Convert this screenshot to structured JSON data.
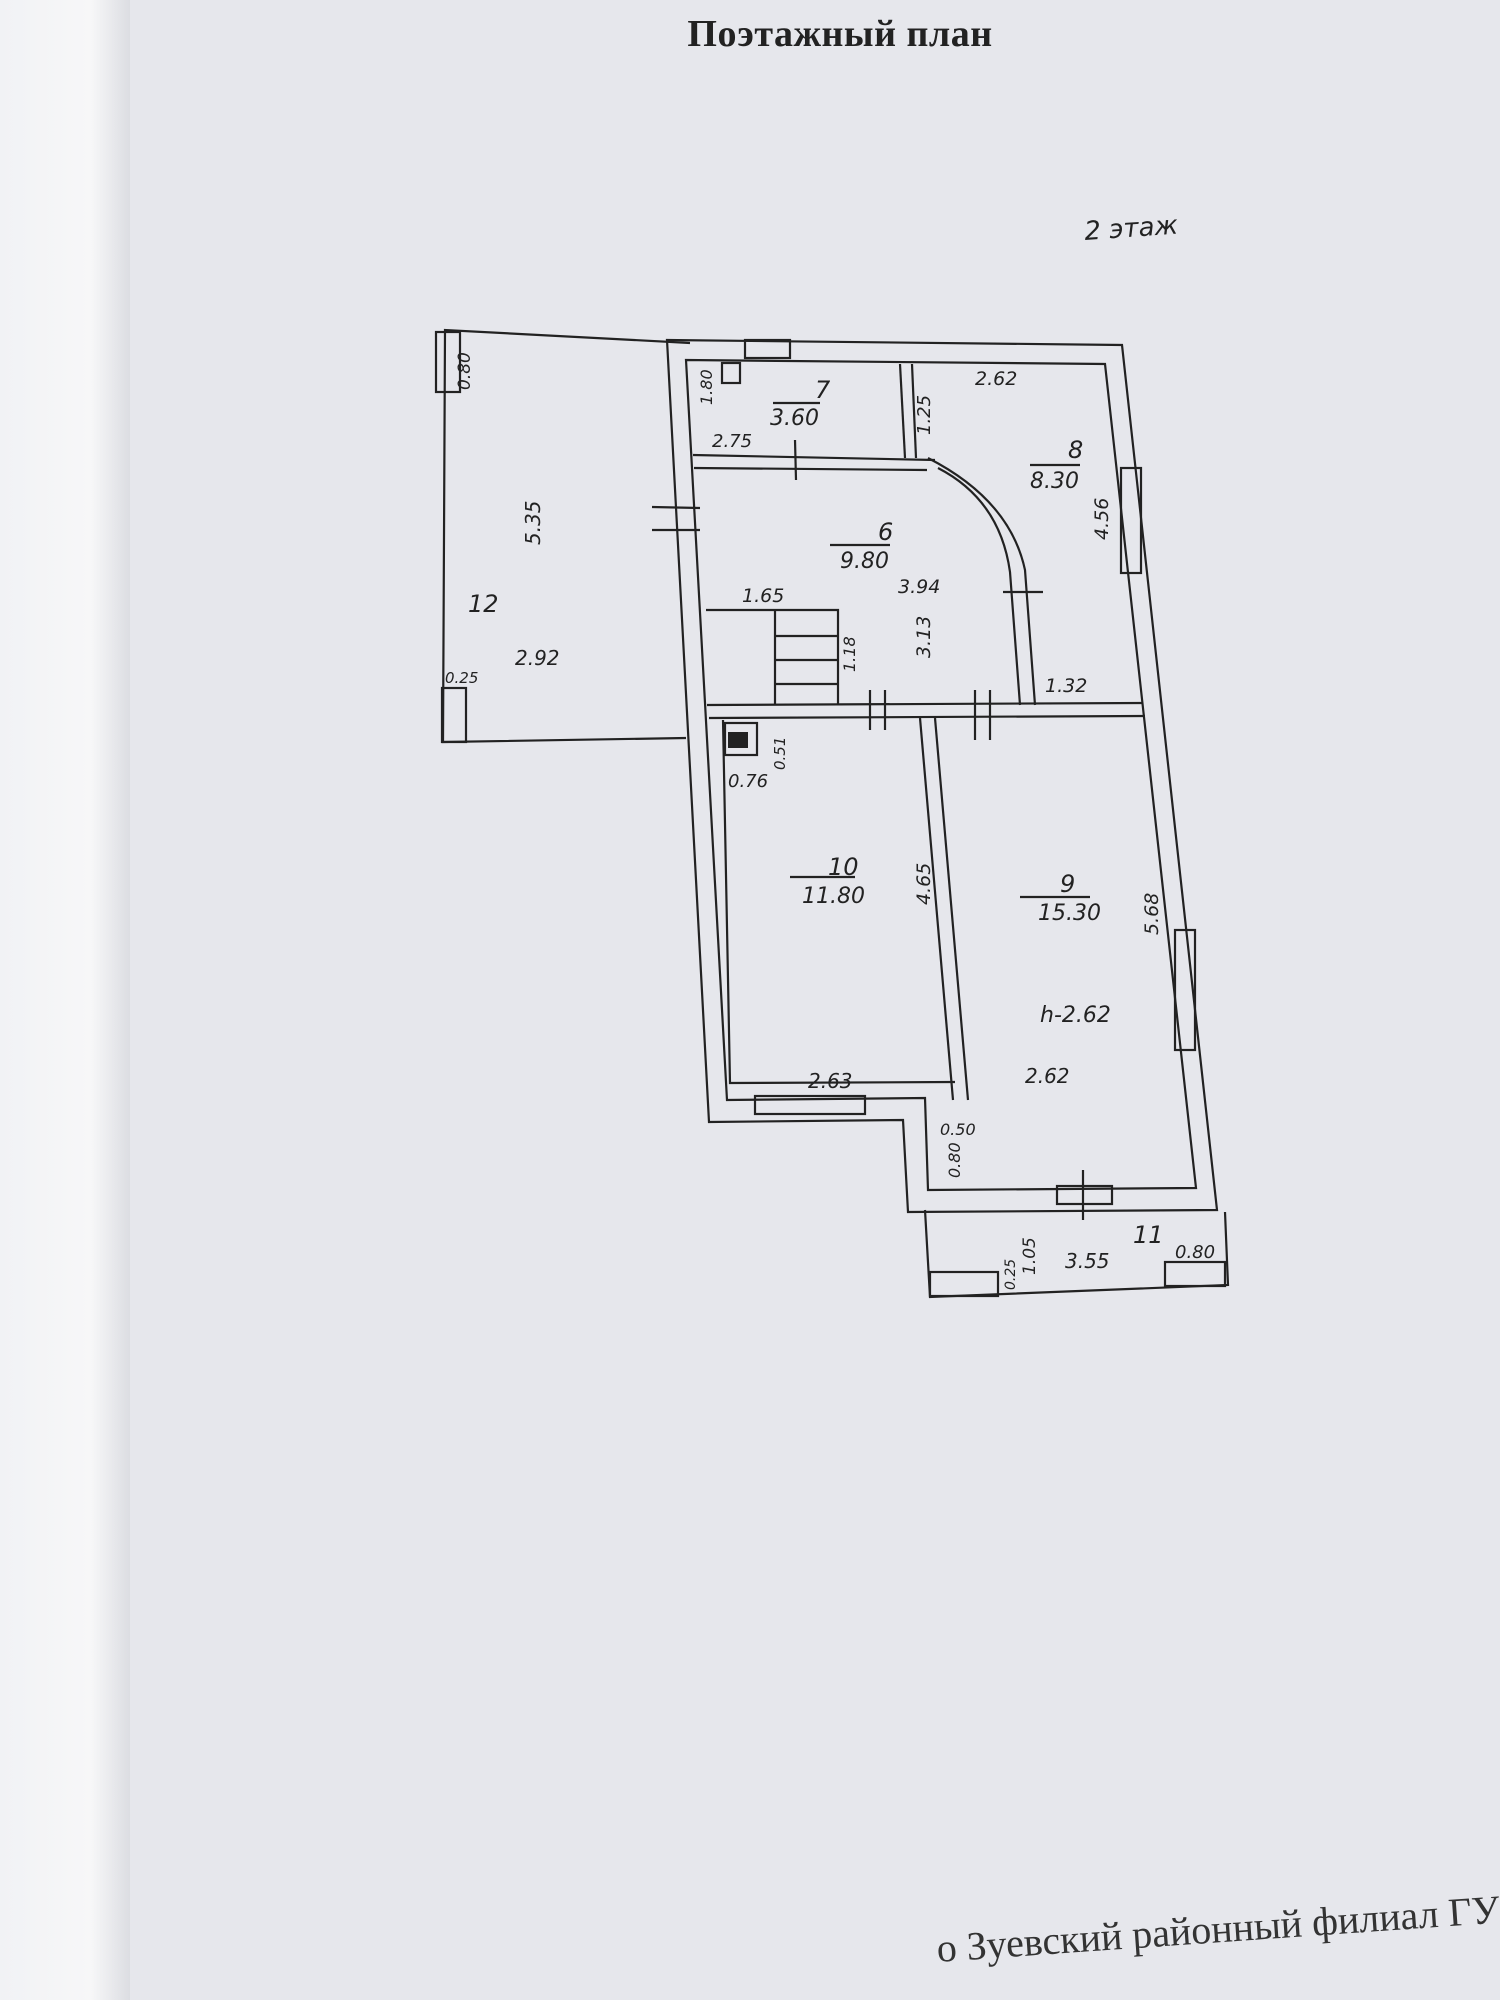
{
  "document": {
    "title": "Поэтажный план",
    "floor_label": "2 этаж",
    "footer_text": "о Зуевский районный филиал ГУ"
  },
  "rooms": [
    {
      "id": "room-7",
      "number": "7",
      "area": "3.60"
    },
    {
      "id": "room-8",
      "number": "8",
      "area": "8.30"
    },
    {
      "id": "room-6",
      "number": "6",
      "area": "9.80"
    },
    {
      "id": "room-10",
      "number": "10",
      "area": "11.80"
    },
    {
      "id": "room-9",
      "number": "9",
      "area": "15.30",
      "height": "h-2.62"
    },
    {
      "id": "room-12",
      "number": "12"
    },
    {
      "id": "room-11",
      "number": "11"
    }
  ],
  "dimensions": [
    "0.80",
    "5.35",
    "2.92",
    "0.25",
    "1.80",
    "2.75",
    "2.62",
    "1.25",
    "4.56",
    "3.94",
    "1.65",
    "1.18",
    "3.13",
    "1.32",
    "0.76",
    "0.51",
    "4.65",
    "5.68",
    "2.63",
    "2.62",
    "0.50",
    "0.80",
    "1.05",
    "0.25",
    "3.55",
    "0.80"
  ]
}
